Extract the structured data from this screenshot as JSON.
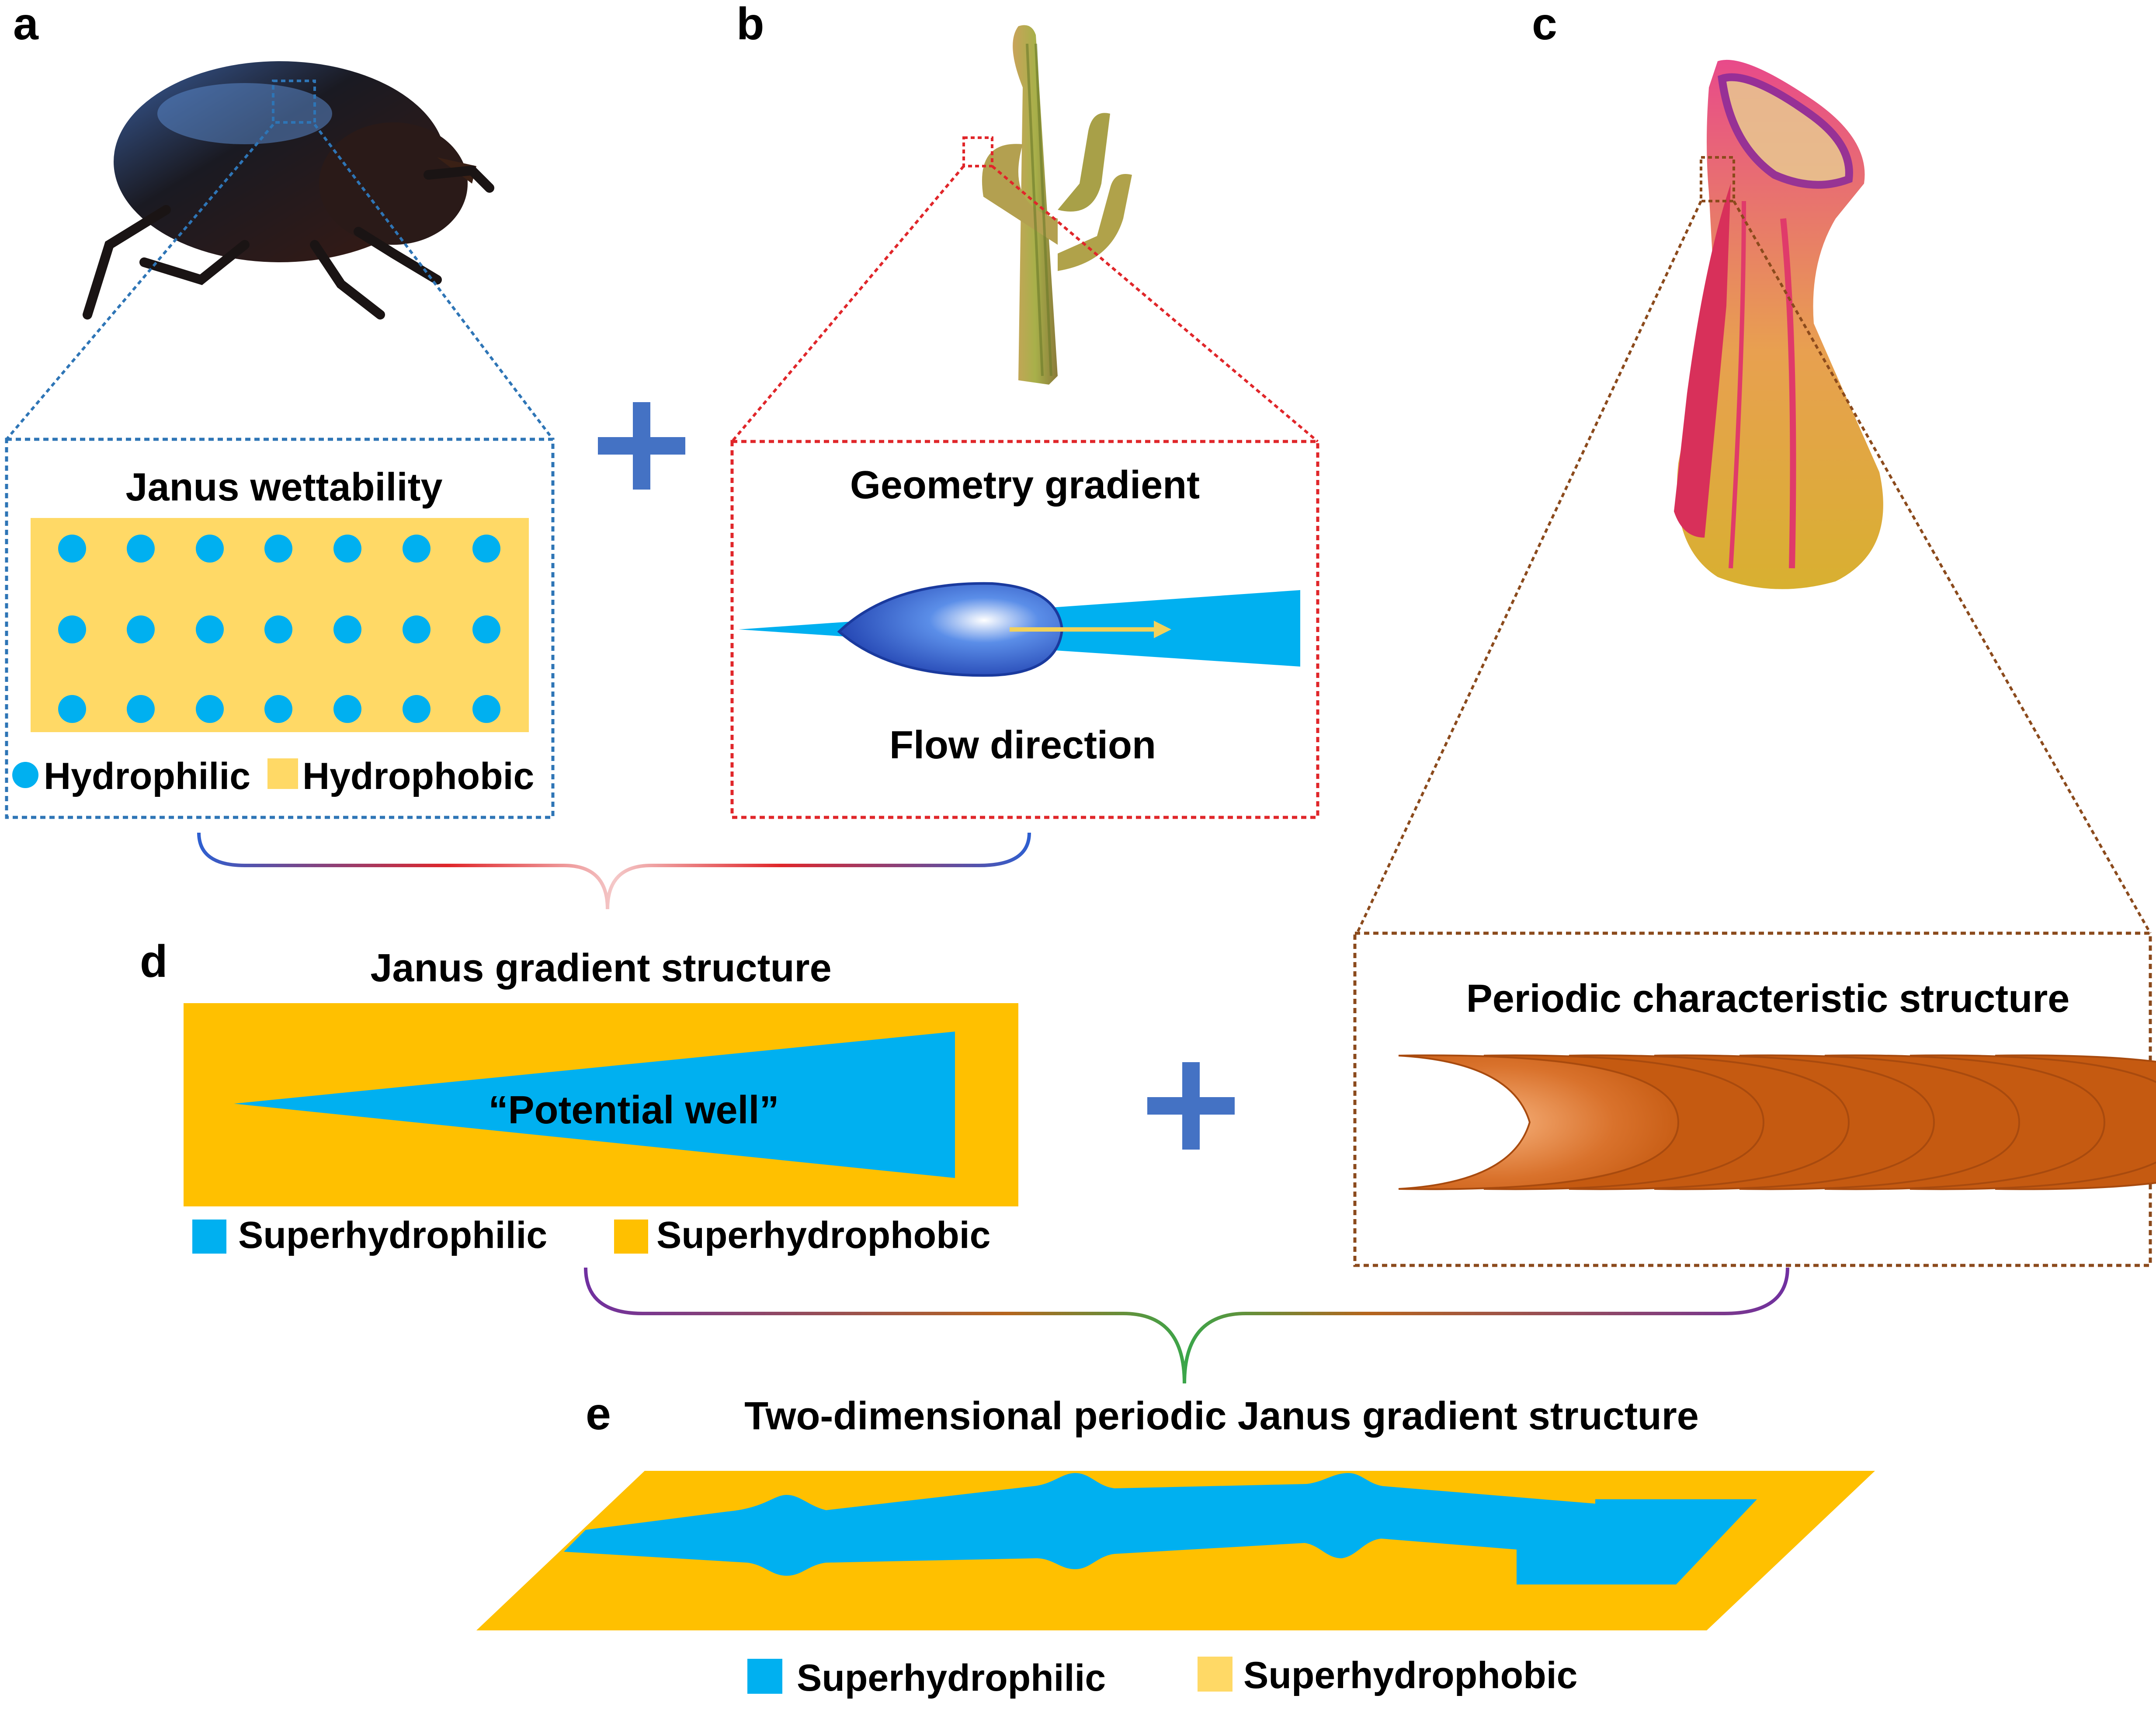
{
  "panels": {
    "a": {
      "letter": "a",
      "title": "Janus wettability",
      "legend": {
        "hydrophilic": "Hydrophilic",
        "hydrophobic": "Hydrophobic"
      }
    },
    "b": {
      "letter": "b",
      "title": "Geometry gradient",
      "caption": "Flow direction"
    },
    "c": {
      "letter": "c",
      "title": "Periodic characteristic structure"
    },
    "d": {
      "letter": "d",
      "title": "Janus gradient structure",
      "well_label": "“Potential well”",
      "legend": {
        "superhydrophilic": "Superhydrophilic",
        "superhydrophobic": "Superhydrophobic"
      }
    },
    "e": {
      "letter": "e",
      "title": "Two-dimensional periodic Janus gradient structure",
      "legend": {
        "superhydrophilic": "Superhydrophilic",
        "superhydrophobic": "Superhydrophobic"
      }
    }
  },
  "organisms": {
    "a": "beetle-icon",
    "b": "cactus-icon",
    "c": "pitcher-plant-icon"
  },
  "colors": {
    "hydrophilic": "#00b0f0",
    "hydrophobic_light": "#ffd966",
    "superhydrophobic": "#ffc000",
    "plus": "#4472c4",
    "beetle_frame": "#2e75b6",
    "cactus_frame": "#e0262a",
    "pitcher_frame": "#8b4a1c",
    "periodic": "#c55a11"
  }
}
